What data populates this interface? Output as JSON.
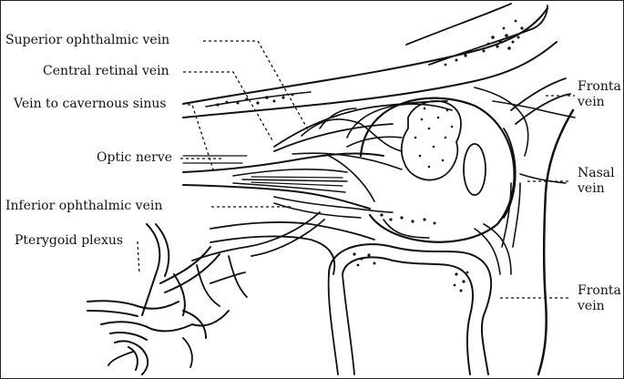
{
  "labels": {
    "superior_ophthalmic_vein": "Superior ophthalmic vein",
    "central_retinal_vein": "Central retinal vein",
    "vein_to_cavernous_sinus": "Vein to cavernous sinus",
    "optic_nerve": "Optic nerve",
    "inferior_ophthalmic_vein": "Inferior ophthalmic vein",
    "pterygoid_plexus": "Pterygoid plexus",
    "frontal_vein_top_1": "Fronta",
    "frontal_vein_top_2": "vein",
    "nasal_vein_1": "Nasal",
    "nasal_vein_2": "vein",
    "frontal_vein_bottom_1": "Fronta",
    "frontal_vein_bottom_2": "vein"
  }
}
